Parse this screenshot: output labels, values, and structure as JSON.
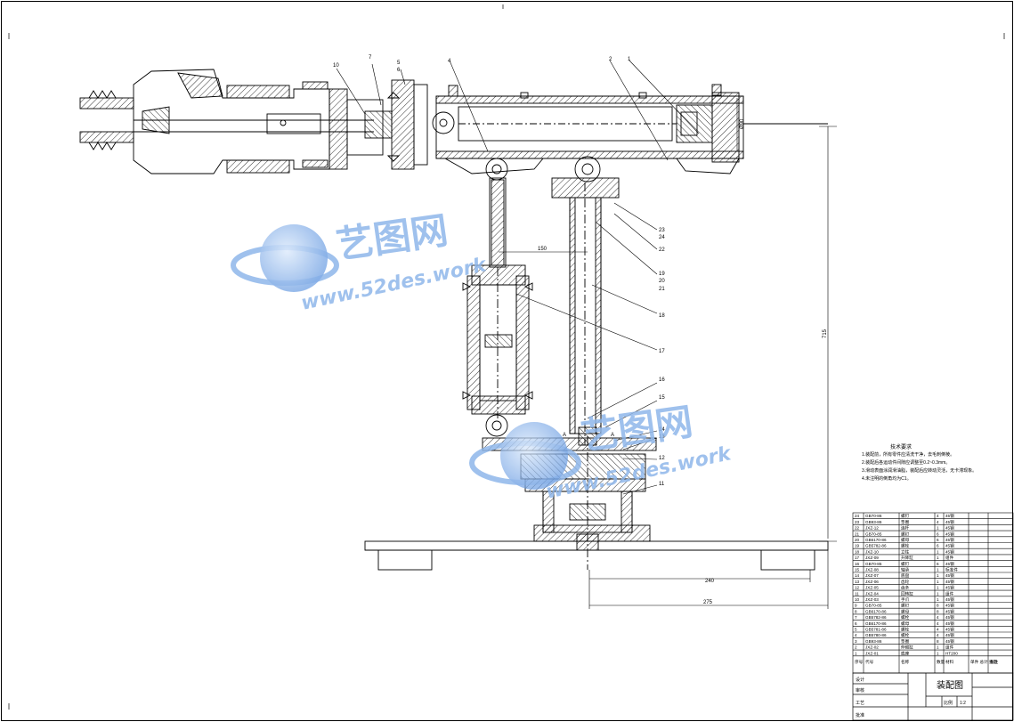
{
  "watermark": {
    "brand": "艺图网",
    "url": "www.52des.work",
    "color": "#8fb7ea"
  },
  "callouts": [
    "10",
    "7",
    "5",
    "6",
    "4",
    "2",
    "1",
    "23",
    "24",
    "22",
    "19",
    "20",
    "21",
    "18",
    "17",
    "16",
    "15",
    "14",
    "13",
    "12",
    "11"
  ],
  "dimensions": {
    "d1": "150",
    "d2": "240",
    "d3": "275",
    "d4": "715",
    "d5": "Ø90"
  },
  "section_labels": {
    "a": "A",
    "b": "A"
  },
  "tech_requirements": {
    "title": "技术要求",
    "lines": [
      "1.装配前，所有零件应清洗干净，去毛刺倒棱。",
      "2.装配后各运动件间隙应调整至0.2~0.3mm。",
      "3.滑动表面涂润滑油脂，装配后应转动灵活，无卡滞现象。",
      "4.未注明的倒角均为C1。"
    ]
  },
  "parts": [
    {
      "no": "24",
      "code": "GB70-86",
      "name": "螺钉",
      "qty": "4",
      "mat": "45钢"
    },
    {
      "no": "23",
      "code": "GB93-86",
      "name": "垫圈",
      "qty": "4",
      "mat": "45钢"
    },
    {
      "no": "22",
      "code": "JXZ-12",
      "name": "连杆",
      "qty": "1",
      "mat": "45钢"
    },
    {
      "no": "21",
      "code": "GB70-85",
      "name": "螺钉",
      "qty": "6",
      "mat": "45钢"
    },
    {
      "no": "20",
      "code": "GB6170-86",
      "name": "螺母",
      "qty": "6",
      "mat": "45钢"
    },
    {
      "no": "19",
      "code": "GB5782-86",
      "name": "螺栓",
      "qty": "6",
      "mat": "45钢"
    },
    {
      "no": "18",
      "code": "JXZ-10",
      "name": "立柱",
      "qty": "1",
      "mat": "45钢"
    },
    {
      "no": "17",
      "code": "JXZ-09",
      "name": "升降缸",
      "qty": "1",
      "mat": "组件"
    },
    {
      "no": "16",
      "code": "GB70-85",
      "name": "螺钉",
      "qty": "6",
      "mat": "45钢"
    },
    {
      "no": "15",
      "code": "JXZ-08",
      "name": "轴承",
      "qty": "1",
      "mat": "标准件"
    },
    {
      "no": "14",
      "code": "JXZ-07",
      "name": "底盘",
      "qty": "1",
      "mat": "45钢"
    },
    {
      "no": "13",
      "code": "JXZ-06",
      "name": "齿轮",
      "qty": "1",
      "mat": "45钢"
    },
    {
      "no": "12",
      "code": "JXZ-05",
      "name": "齿条",
      "qty": "1",
      "mat": "45钢"
    },
    {
      "no": "11",
      "code": "JXZ-04",
      "name": "回转缸",
      "qty": "1",
      "mat": "组件"
    },
    {
      "no": "10",
      "code": "JXZ-03",
      "name": "手爪",
      "qty": "1",
      "mat": "45钢"
    },
    {
      "no": "9",
      "code": "GB70-85",
      "name": "螺钉",
      "qty": "8",
      "mat": "45钢"
    },
    {
      "no": "8",
      "code": "GB6170-86",
      "name": "螺母",
      "qty": "8",
      "mat": "45钢"
    },
    {
      "no": "7",
      "code": "GB5782-86",
      "name": "螺栓",
      "qty": "4",
      "mat": "45钢"
    },
    {
      "no": "6",
      "code": "GB6170-86",
      "name": "螺母",
      "qty": "4",
      "mat": "45钢"
    },
    {
      "no": "5",
      "code": "GB5781-86",
      "name": "螺栓",
      "qty": "4",
      "mat": "45钢"
    },
    {
      "no": "4",
      "code": "GB5780-86",
      "name": "螺栓",
      "qty": "4",
      "mat": "45钢"
    },
    {
      "no": "3",
      "code": "GB93-86",
      "name": "垫圈",
      "qty": "8",
      "mat": "45钢"
    },
    {
      "no": "2",
      "code": "JXZ-02",
      "name": "伸缩缸",
      "qty": "1",
      "mat": "组件"
    },
    {
      "no": "1",
      "code": "JXZ-01",
      "name": "底座",
      "qty": "1",
      "mat": "HT200"
    }
  ],
  "parts_header": {
    "no": "序号",
    "code": "代号",
    "name": "名称",
    "qty": "数量",
    "mat": "材料",
    "weight": "单件 总计 重量",
    "remark": "备注"
  },
  "title_block": {
    "drawing_name": "装配图",
    "scale_label": "比例",
    "scale": "1:2",
    "design": "设计",
    "check": "审核",
    "process": "工艺",
    "approve": "批准"
  }
}
